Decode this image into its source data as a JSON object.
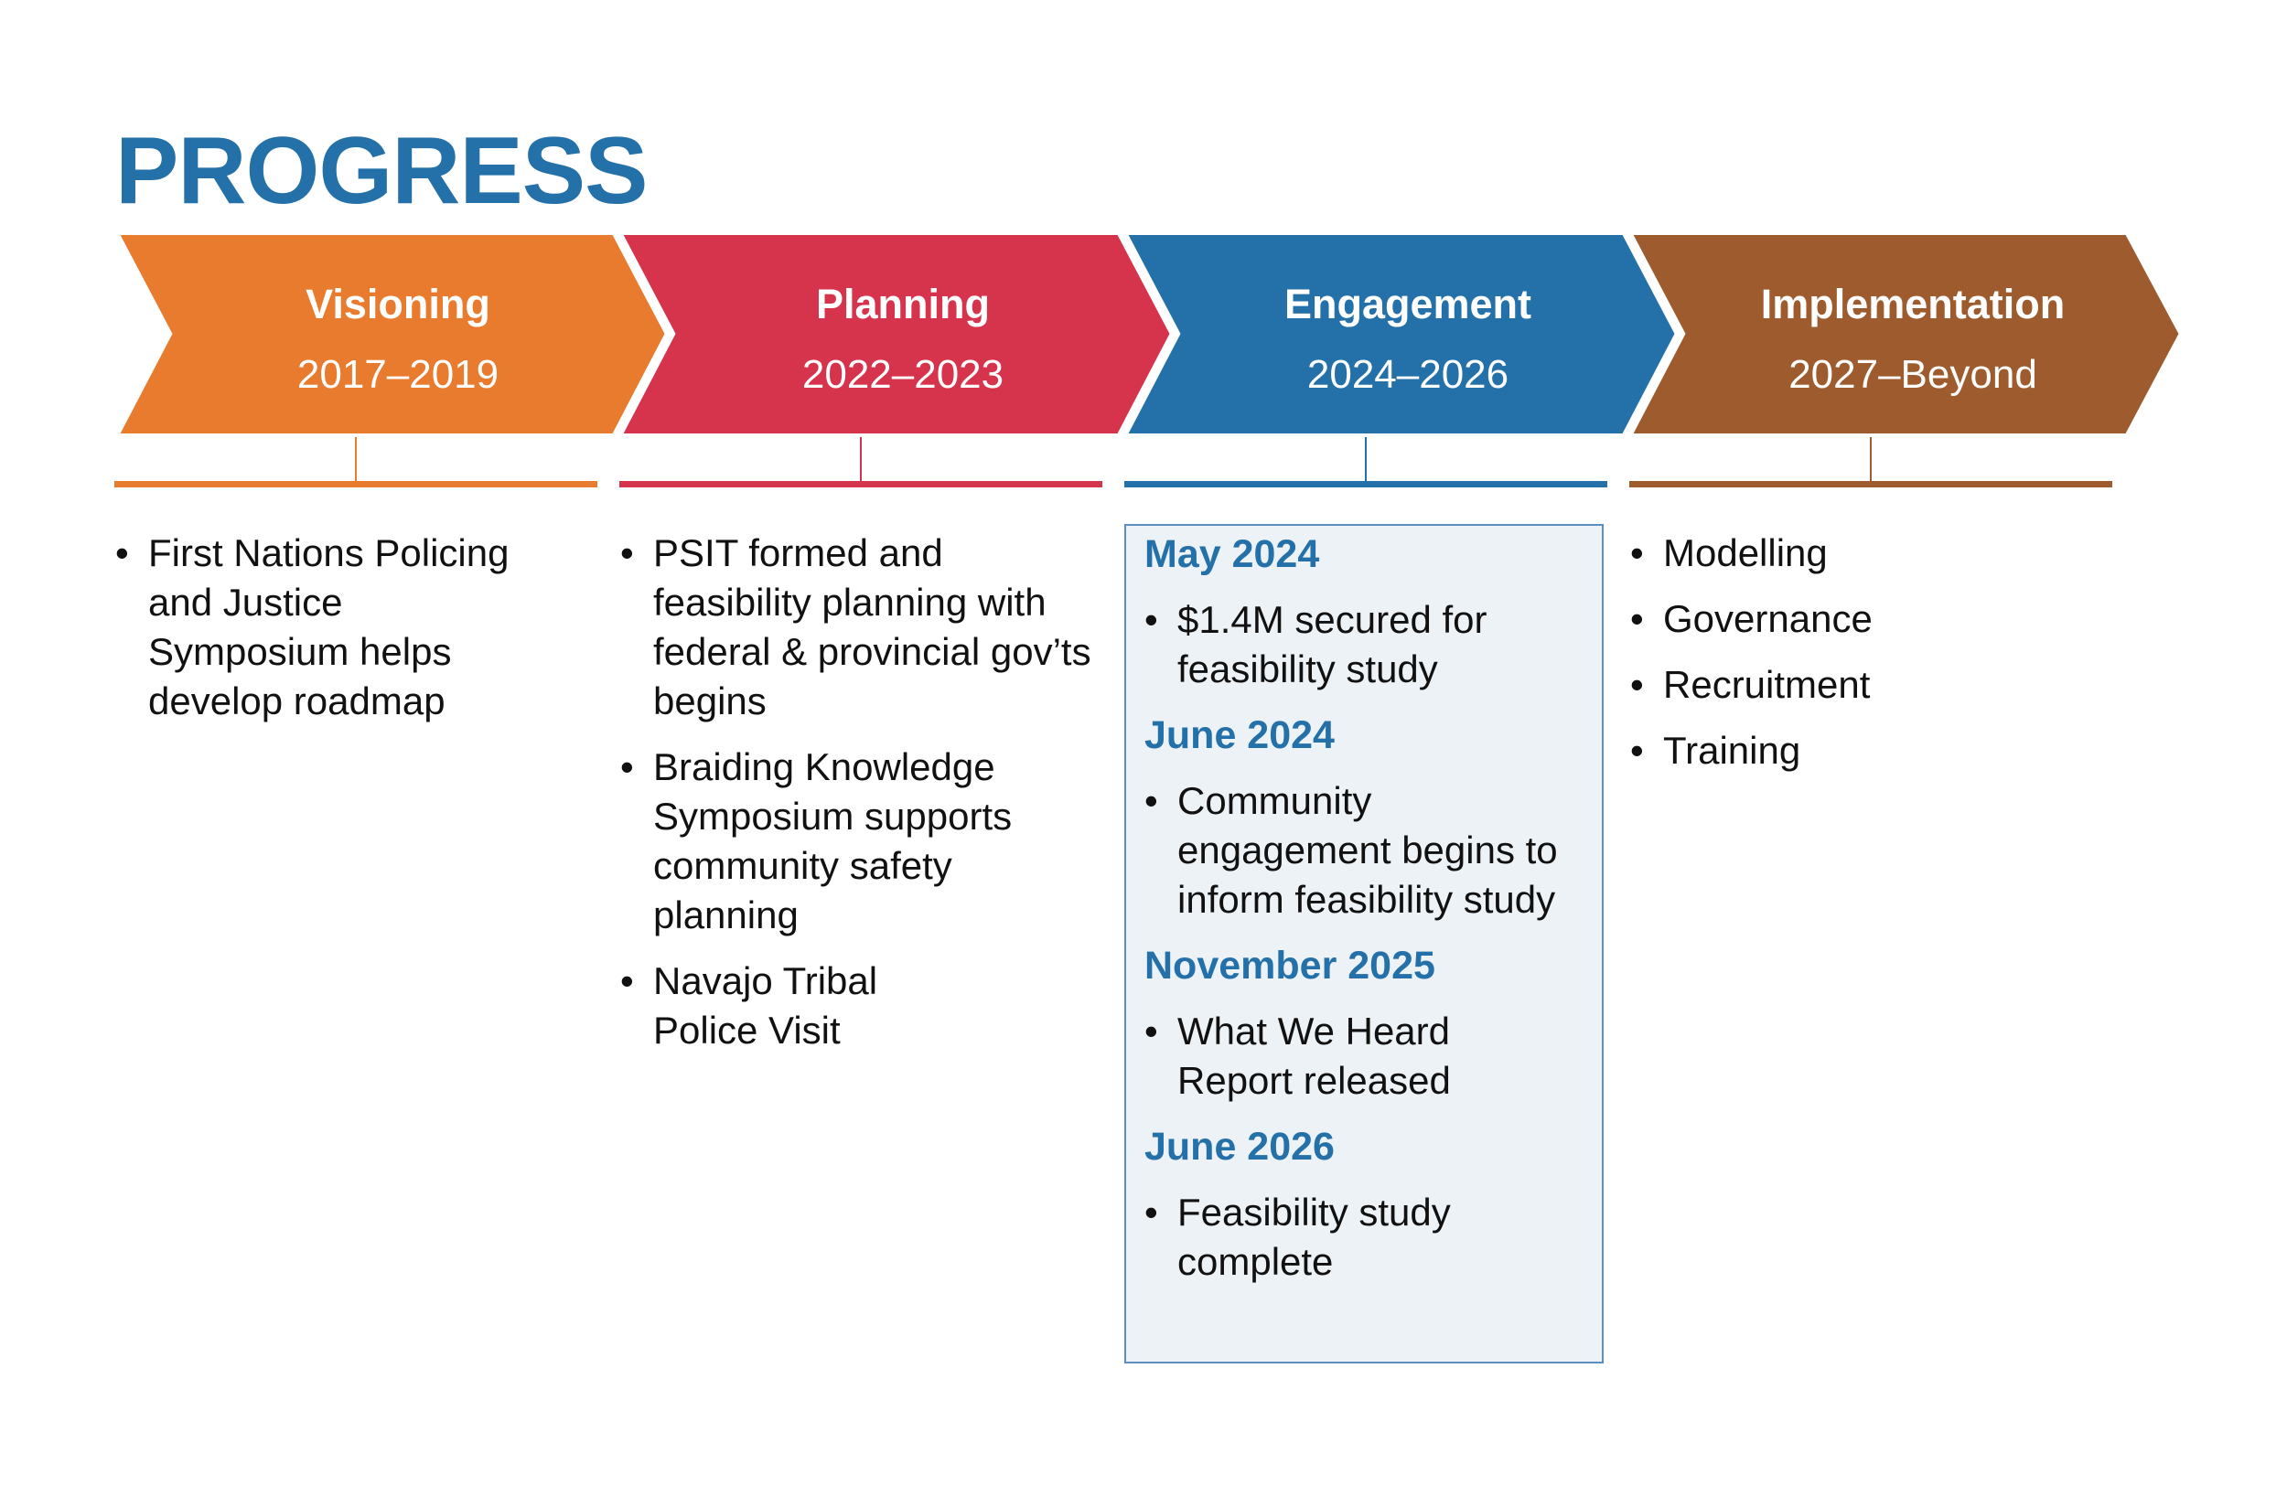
{
  "title": "PROGRESS",
  "colors": {
    "visioning": "#e87b2e",
    "planning": "#d6344d",
    "engagement": "#2470a8",
    "implementation": "#9e5c2e",
    "title": "#2470a8",
    "box_bg": "#edf2f6"
  },
  "phases": [
    {
      "name": "Visioning",
      "years": "2017–2019"
    },
    {
      "name": "Planning",
      "years": "2022–2023"
    },
    {
      "name": "Engagement",
      "years": "2024–2026"
    },
    {
      "name": "Implementation",
      "years": "2027–Beyond"
    }
  ],
  "bullet": "•",
  "visioning_items": [
    "First Nations Policing and Justice Symposium helps develop roadmap"
  ],
  "planning_items": [
    "PSIT formed and feasibility planning with federal & provincial gov’ts begins",
    "Braiding Knowledge Symposium  supports community safety planning",
    "Navajo Tribal Police Visit"
  ],
  "engagement_milestones": [
    {
      "date": "May 2024",
      "item": "$1.4M secured for feasibility study"
    },
    {
      "date": "June 2024",
      "item": "Community engagement begins to inform feasibility study"
    },
    {
      "date": "November 2025",
      "item": "What We Heard Report released"
    },
    {
      "date": "June 2026",
      "item": "Feasibility study complete"
    }
  ],
  "implementation_items": [
    "Modelling",
    "Governance",
    "Recruitment",
    "Training"
  ]
}
